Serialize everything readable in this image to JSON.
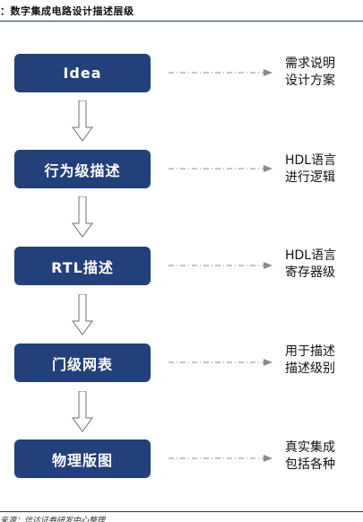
{
  "header": {
    "title": "：数字集成电路设计描述层级"
  },
  "levels": [
    {
      "label": "Idea",
      "desc_line1": "需求说明",
      "desc_line2": "设计方案"
    },
    {
      "label": "行为级描述",
      "desc_line1": "HDL语言",
      "desc_line2": "进行逻辑"
    },
    {
      "label": "RTL描述",
      "desc_line1": "HDL语言",
      "desc_line2": "寄存器级"
    },
    {
      "label": "门级网表",
      "desc_line1": "用于描述",
      "desc_line2": "描述级别"
    },
    {
      "label": "物理版图",
      "desc_line1": "真实集成",
      "desc_line2": "包括各种"
    }
  ],
  "footer": {
    "source": "来源：信达证券研发中心整理"
  },
  "colors": {
    "box_fill": "#22407a",
    "rule": "#1f3a64",
    "connector": "#8a8a8a"
  }
}
